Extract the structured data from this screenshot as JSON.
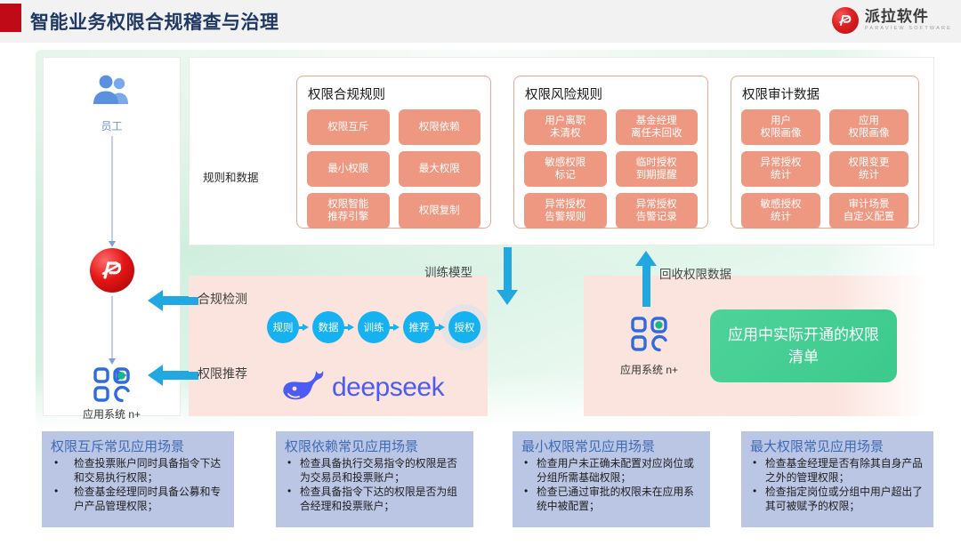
{
  "header": {
    "title": "智能业务权限合规稽查与治理",
    "accent_color": "#c00a18",
    "brand_cn": "派拉软件",
    "brand_en": "PARAVIEW SOFTWARE"
  },
  "left_panel": {
    "employee_label": "员工",
    "app_label": "应用系统 n+",
    "people_icon": "people-icon",
    "brand_icon": "paraview-logo-icon",
    "app_icon": "app-grid-icon"
  },
  "rules_section": {
    "side_label": "规则和数据",
    "groups": [
      {
        "title": "权限合规规则",
        "chips": [
          "权限互斥",
          "权限依赖",
          "最小权限",
          "最大权限",
          "权限智能\n推荐引擎",
          "权限复制"
        ]
      },
      {
        "title": "权限风险规则",
        "chips": [
          "用户离职\n未清权",
          "基金经理\n离任未回收",
          "敏感权限\n标记",
          "临时授权\n到期提醒",
          "异常授权\n告警规则",
          "异常授权\n告警记录"
        ]
      },
      {
        "title": "权限审计数据",
        "chips": [
          "用户\n权限画像",
          "应用\n权限画像",
          "异常授权\n统计",
          "权限变更\n统计",
          "敏感授权\n统计",
          "审计场景\n自定义配置"
        ]
      }
    ],
    "chip_color": "#ef9881",
    "group_border_color": "#f0a590"
  },
  "middle_section": {
    "tag_compliance": "合规检测",
    "tag_recommend": "权限推荐",
    "flow_nodes": [
      "规则",
      "数据",
      "训练",
      "推荐",
      "授权"
    ],
    "flow_node_color": "#16b1f0",
    "deepseek_label": "deepseek",
    "deepseek_color": "#4d5bf5",
    "caption_train": "训练模型",
    "caption_recycle": "回收权限数据",
    "right_app_label": "应用系统 n+",
    "permission_list_box": "应用中实际开通的权限清单",
    "permission_list_color": "#3cc98c",
    "arrow_color": "#21a8e0"
  },
  "scenarios": [
    {
      "title": "权限互斥常见应用场景",
      "items": [
        "检查投票账户同时具备指令下达和交易执行权限；",
        "检查基金经理同时具备公募和专户产品管理权限；"
      ]
    },
    {
      "title": "权限依赖常见应用场景",
      "items": [
        "检查具备执行交易指令的权限是否为交易员和投票账户；",
        "检查具备指令下达的权限是否为组合经理和投票账户；"
      ]
    },
    {
      "title": "最小权限常见应用场景",
      "items": [
        "检查用户未正确未配置对应岗位或分组所需基础权限；",
        "检查已通过审批的权限未在应用系统中被配置；"
      ]
    },
    {
      "title": "最大权限常见应用场景",
      "items": [
        "检查基金经理是否有除其自身产品之外的管理权限；",
        "检查指定岗位或分组中用户超出了其可被赋予的权限；"
      ]
    }
  ],
  "scenario_card_color": "#bac6e4",
  "scenario_title_color": "#3f6bb5"
}
